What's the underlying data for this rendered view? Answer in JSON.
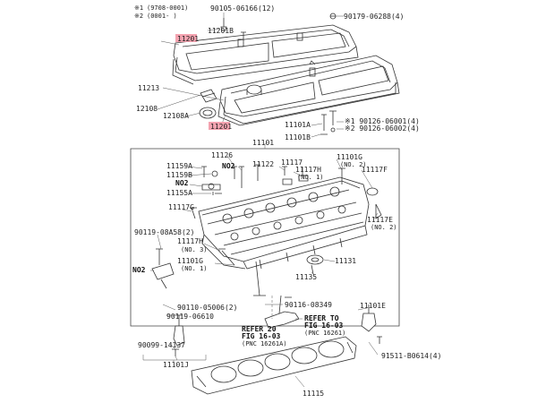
{
  "notes": [
    {
      "mark": "※1",
      "range": "(9708-0001)"
    },
    {
      "mark": "※2",
      "range": "(0001-      )"
    }
  ],
  "highlight_color": "#f4a3b0",
  "part_labels": {
    "p90105_06166": "90105-06166(12)",
    "p90179_06288": "90179-06288(4)",
    "p11201_top": "11201",
    "p11201b": "11201B",
    "p11213": "11213",
    "p12108": "12108",
    "p12108a": "12108A",
    "p11201_bottom": "11201",
    "p11101a": "11101A",
    "p11101b": "11101B",
    "p90126_06001": "※1 90126-06001(4)",
    "p90126_06002": "※2 90126-06002(4)",
    "p11101": "11101",
    "p11126": "11126",
    "p11159a": "11159A",
    "p11159b": "11159B",
    "no2_a": "NO2",
    "p11122": "11122",
    "p11117_top": "11117",
    "p11117h": "11117H",
    "no1_a": "(NO. 1)",
    "p11101g_top": "11101G",
    "no2_b": "(NO. 2)",
    "p11117f": "11117F",
    "no2_c": "NO2",
    "p11155a": "11155A",
    "p11117g": "11117G",
    "p11117e": "11117E",
    "no2_d": "(NO. 2)",
    "p90119_08a58": "90119-08A58(2)",
    "p11117h_b": "11117H",
    "no3": "(NO. 3)",
    "p11131": "11131",
    "p11101g_b": "11101G",
    "no1_b": "(NO. 1)",
    "no2_e": "NO2",
    "p11135": "11135",
    "p90116_08349": "90116-08349",
    "p90110_05006": "90110-05006(2)",
    "p11101e": "11101E",
    "p90119_06610": "90119-06610",
    "refer_a_1": "REFER 20",
    "refer_a_2": "FIG 16-03",
    "refer_a_3": "(PNC 16261A)",
    "refer_b_1": "REFER TO",
    "refer_b_2": "FIG 16-03",
    "refer_b_3": "(PNC 16261)",
    "p90099_14137": "90099-14137",
    "p91511_b0614": "91511-B0614(4)",
    "p11101j": "11101J",
    "p11115": "11115"
  }
}
